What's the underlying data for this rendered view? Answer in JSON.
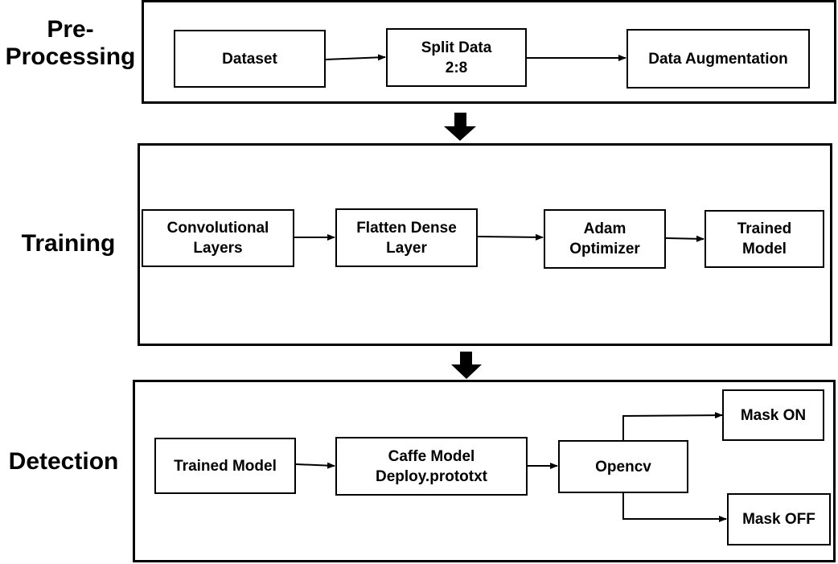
{
  "stages": {
    "preprocessing": "Pre-\nProcessing",
    "training": "Training",
    "detection": "Detection"
  },
  "preprocessing": {
    "dataset": "Dataset",
    "split": "Split Data\n2:8",
    "augmentation": "Data Augmentation"
  },
  "training": {
    "conv": "Convolutional\nLayers",
    "flatten": "Flatten Dense\nLayer",
    "adam": "Adam\nOptimizer",
    "trained": "Trained\nModel"
  },
  "detection": {
    "trained": "Trained Model",
    "caffe": "Caffe Model\nDeploy.prototxt",
    "opencv": "Opencv",
    "mask_on": "Mask ON",
    "mask_off": "Mask OFF"
  }
}
